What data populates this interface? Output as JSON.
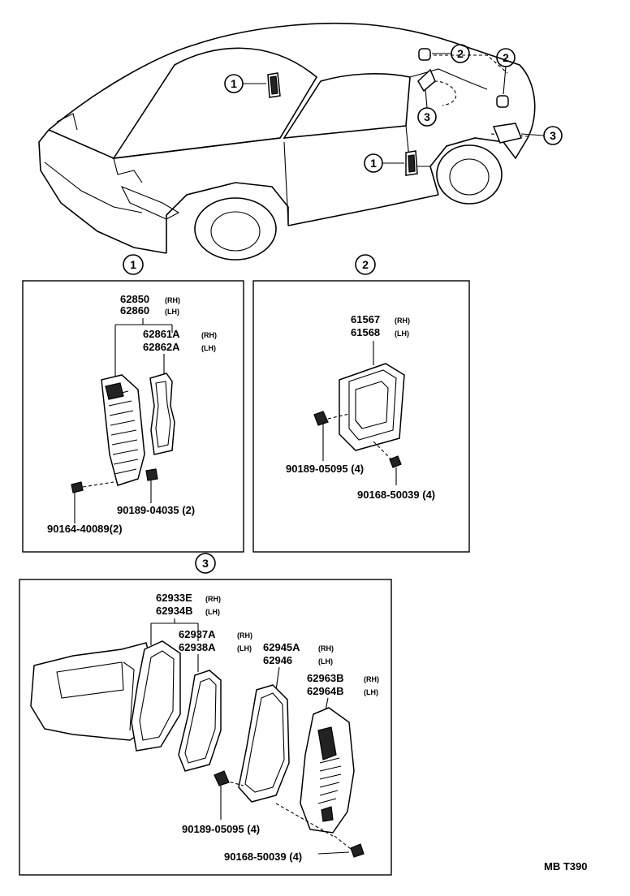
{
  "callouts": {
    "one": "1",
    "two": "2",
    "three": "3"
  },
  "section1": {
    "title": "1",
    "p1": "62850",
    "p1_side": "(RH)",
    "p2": "62860",
    "p2_side": "(LH)",
    "p3": "62861A",
    "p3_side": "(RH)",
    "p4": "62862A",
    "p4_side": "(LH)",
    "p5": "90189-04035 (2)",
    "p6": "90164-40089(2)"
  },
  "section2": {
    "title": "2",
    "p1": "61567",
    "p1_side": "(RH)",
    "p2": "61568",
    "p2_side": "(LH)",
    "p3": "90189-05095 (4)",
    "p4": "90168-50039 (4)"
  },
  "section3": {
    "title": "3",
    "p1": "62933E",
    "p1_side": "(RH)",
    "p2": "62934B",
    "p2_side": "(LH)",
    "p3": "62937A",
    "p3_side": "(RH)",
    "p4": "62938A",
    "p4_side": "(LH)",
    "p5": "62945A",
    "p5_side": "(RH)",
    "p6": "62946",
    "p6_side": "(LH)",
    "p7": "62963B",
    "p7_side": "(RH)",
    "p8": "62964B",
    "p8_side": "(LH)",
    "p9": "90189-05095 (4)",
    "p10": "90168-50039 (4)"
  },
  "footer": {
    "code": "MB  T390"
  }
}
